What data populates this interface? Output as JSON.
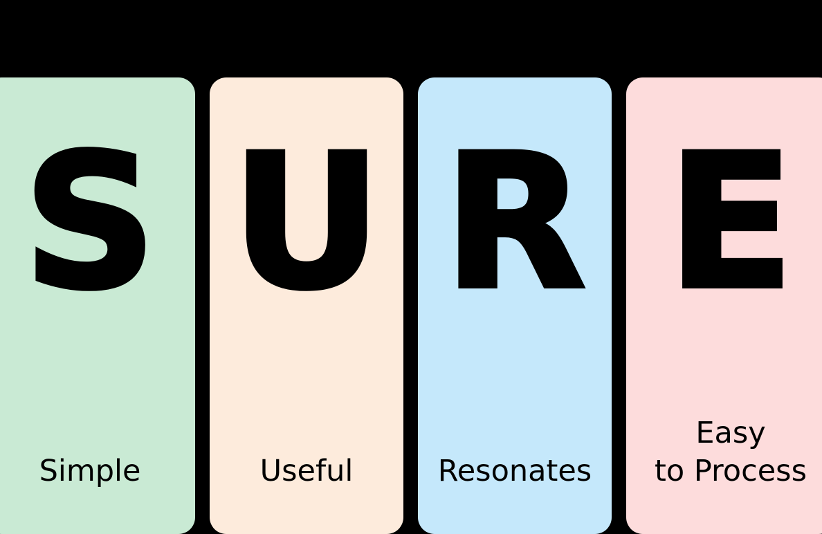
{
  "background_color": "#000000",
  "acronym": "SURE",
  "cards": [
    {
      "letter": "S",
      "label": "Simple",
      "label_lines": 1,
      "bg_color": "#C9EAD4",
      "text_color": "#000000"
    },
    {
      "letter": "U",
      "label": "Useful",
      "label_lines": 1,
      "bg_color": "#FDEBDC",
      "text_color": "#000000"
    },
    {
      "letter": "R",
      "label": "Resonates",
      "label_lines": 1,
      "bg_color": "#C5E8FB",
      "text_color": "#000000"
    },
    {
      "letter": "E",
      "label": "Easy\nto Process",
      "label_lines": 2,
      "bg_color": "#FDDCDC",
      "text_color": "#000000"
    }
  ]
}
